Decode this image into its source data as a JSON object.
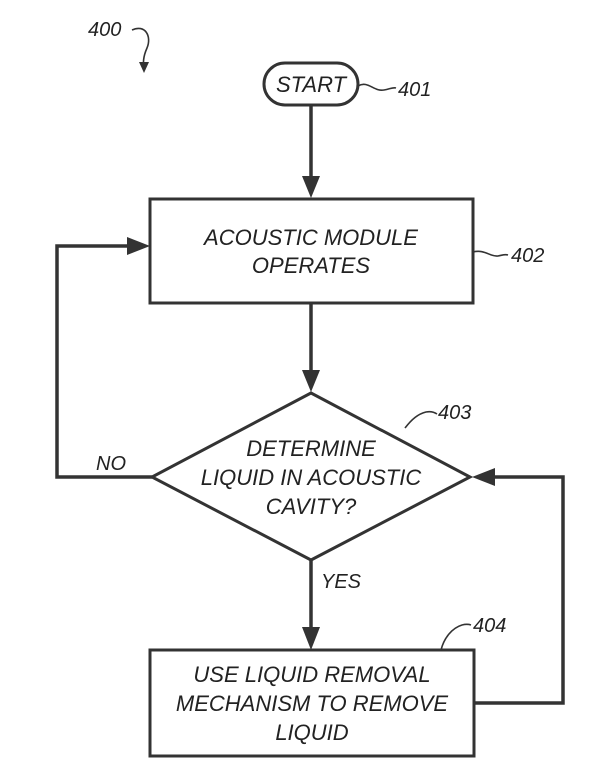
{
  "figure_ref": "400",
  "nodes": {
    "start": {
      "label": "START",
      "ref": "401"
    },
    "operate": {
      "lines": [
        "ACOUSTIC MODULE",
        "OPERATES"
      ],
      "ref": "402"
    },
    "decision": {
      "lines": [
        "DETERMINE",
        "LIQUID IN ACOUSTIC",
        "CAVITY?"
      ],
      "ref": "403"
    },
    "remove": {
      "lines": [
        "USE LIQUID REMOVAL",
        "MECHANISM TO REMOVE",
        "LIQUID"
      ],
      "ref": "404"
    }
  },
  "edges": {
    "no_label": "NO",
    "yes_label": "YES"
  },
  "colors": {
    "ink": "#333333",
    "background": "#ffffff"
  }
}
